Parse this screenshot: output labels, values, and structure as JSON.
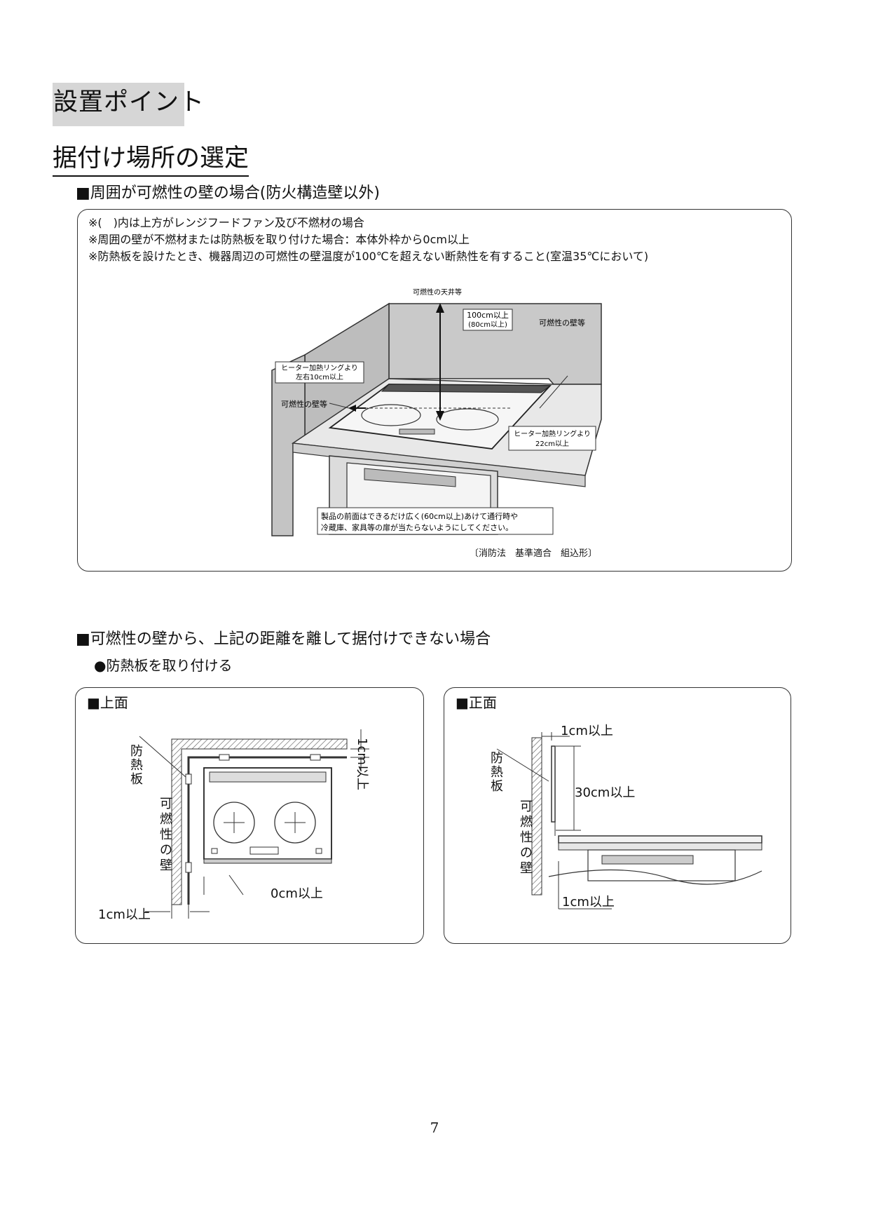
{
  "page": {
    "section_title": "設置ポイント",
    "subtitle": "据付け場所の選定",
    "page_number": "7"
  },
  "section1": {
    "heading": "■周囲が可燃性の壁の場合(防火構造壁以外)",
    "notes": [
      "※(　)内は上方がレンジフードファン及び不燃材の場合",
      "※周囲の壁が不燃材または防熱板を取り付けた場合：本体外枠から0cm以上",
      "※防熱板を設けたとき、機器周辺の可燃性の壁温度が100℃を超えない断熱性を有すること(室温35℃において)"
    ],
    "diagram": {
      "ceiling_label": "可燃性の天井等",
      "top_clearance": "100cm以上",
      "top_clearance_alt": "(80cm以上)",
      "wall_label_right": "可燃性の壁等",
      "side_ring_line1": "ヒーター加熱リングより",
      "side_ring_line2": "左右10cm以上",
      "wall_label_left": "可燃性の壁等",
      "rear_ring_line1": "ヒーター加熱リングより",
      "rear_ring_line2": "22cm以上",
      "front_note_line1": "製品の前面はできるだけ広く(60cm以上)あけて通行時や",
      "front_note_line2": "冷蔵庫、家具等の扉が当たらないようにしてください。"
    },
    "footnote": "〔消防法　基準適合　組込形〕"
  },
  "section2": {
    "heading": "■可燃性の壁から、上記の距離を離して据付けできない場合",
    "bullet": "●防熱板を取り付ける",
    "top_view": {
      "title": "■上面",
      "shield_label": "防熱板",
      "wall_label": "可燃性の壁",
      "dim_back": "1cm以上",
      "dim_front": "0cm以上",
      "dim_side": "1cm以上"
    },
    "front_view": {
      "title": "■正面",
      "shield_label": "防熱板",
      "wall_label": "可燃性の壁",
      "dim_top": "1cm以上",
      "dim_height": "30cm以上",
      "dim_bottom": "1cm以上"
    }
  }
}
